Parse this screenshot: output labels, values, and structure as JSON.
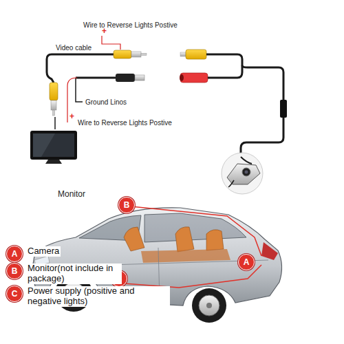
{
  "diagram": {
    "nodes": [
      {
        "text": [
          "B"
        ]
      },
      {
        "text": [
          "A"
        ]
      },
      {
        "text": [
          "C"
        ]
      },
      {
        "text": [
          "A",
          "Camera"
        ]
      },
      {
        "text": [
          "B",
          "Monitor(not include in package)"
        ]
      },
      {
        "text": [
          "C",
          "Power supply (positive and negative lights)"
        ]
      }
    ],
    "labels": [
      "Wire to Reverse Lights Postive",
      "+",
      "Video cable",
      "Ground Linos",
      "+",
      "Wire to Reverse Lights Postive",
      "Monitor"
    ]
  }
}
